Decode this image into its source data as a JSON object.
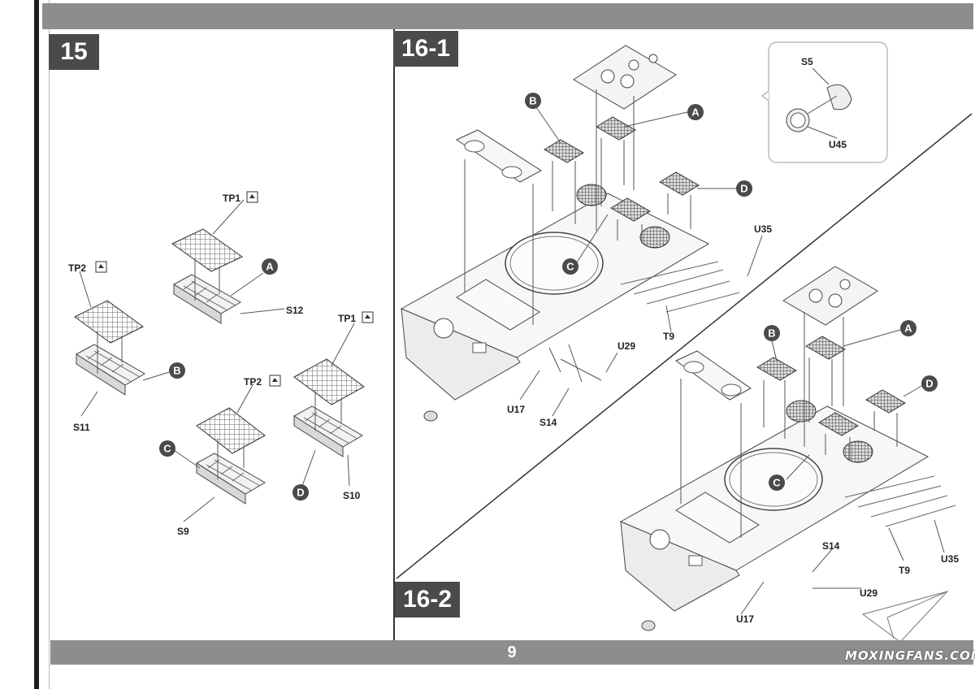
{
  "steps": {
    "step15": "15",
    "step16_1": "16-1",
    "step16_2": "16-2"
  },
  "page_number": "9",
  "step15_parts": {
    "tp1_top": "TP1",
    "tp2_left": "TP2",
    "tp1_right": "TP1",
    "tp2_mid": "TP2",
    "s12": "S12",
    "s11": "S11",
    "s10": "S10",
    "s9": "S9",
    "callout_a": "A",
    "callout_b": "B",
    "callout_c": "C",
    "callout_d": "D"
  },
  "step16_1_parts": {
    "callout_a": "A",
    "callout_b": "B",
    "callout_c": "C",
    "callout_d": "D",
    "s5": "S5",
    "u45": "U45",
    "u35": "U35",
    "t9": "T9",
    "u29": "U29",
    "u17": "U17",
    "s14": "S14"
  },
  "step16_2_parts": {
    "callout_a": "A",
    "callout_b": "B",
    "callout_c": "C",
    "callout_d": "D",
    "s14": "S14",
    "t9": "T9",
    "u35": "U35",
    "u29": "U29",
    "u17": "U17"
  },
  "watermark": "MOXINGFANS.COM",
  "icons": {
    "photo_etch": "photo-etch-part-icon",
    "logo": "paper-plane-logo-icon"
  },
  "colors": {
    "header_bar": "#8d8d8d",
    "step_badge": "#4a4a4a",
    "callout": "#4a4a4a",
    "line_art": "#555555"
  }
}
